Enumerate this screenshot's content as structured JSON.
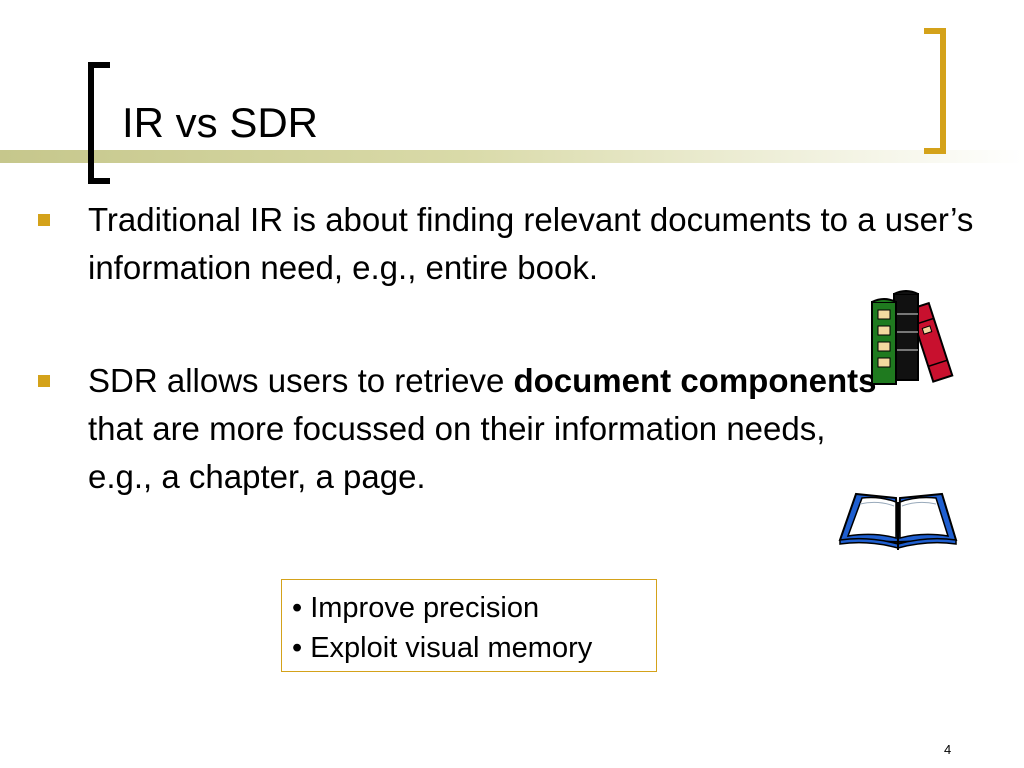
{
  "slide": {
    "title": "IR vs SDR",
    "page_number": "4"
  },
  "bullets": [
    {
      "text": "Traditional IR is about finding relevant documents to a user’s information need, e.g., entire book."
    },
    {
      "pre": "SDR allows users to retrieve ",
      "bold": "document components",
      "post": " that are more focussed on their information needs, e.g.,  a chapter, a page."
    }
  ],
  "note_box": {
    "lines": [
      "• Improve precision",
      "• Exploit visual memory"
    ]
  },
  "icons": {
    "books": "books-icon",
    "open_book": "open-book-icon"
  },
  "colors": {
    "accent": "#d4a21a",
    "band": "#c6c78c",
    "book_green": "#1f7a1f",
    "book_red": "#c8102e",
    "book_blue": "#1f5fd0"
  }
}
